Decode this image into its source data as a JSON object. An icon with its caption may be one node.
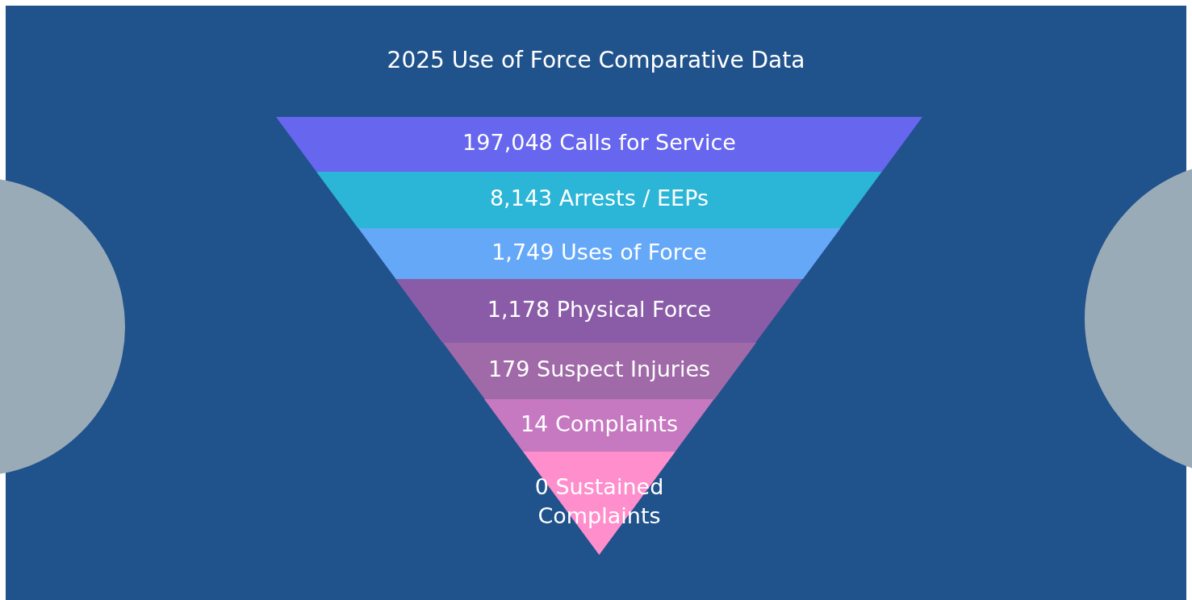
{
  "diagram": {
    "title": "2025 Use of Force Comparative Data",
    "nodes": [
      {
        "text": [
          "197,048 Calls for Service"
        ]
      },
      {
        "text": [
          "8,143 Arrests / EEPs"
        ]
      },
      {
        "text": [
          "1,749 Uses of Force"
        ]
      },
      {
        "text": [
          "1,178 Physical Force"
        ]
      },
      {
        "text": [
          "179 Suspect Injuries"
        ]
      },
      {
        "text": [
          "14 Complaints"
        ]
      },
      {
        "text": [
          "0 Sustained Complaints"
        ]
      }
    ]
  }
}
